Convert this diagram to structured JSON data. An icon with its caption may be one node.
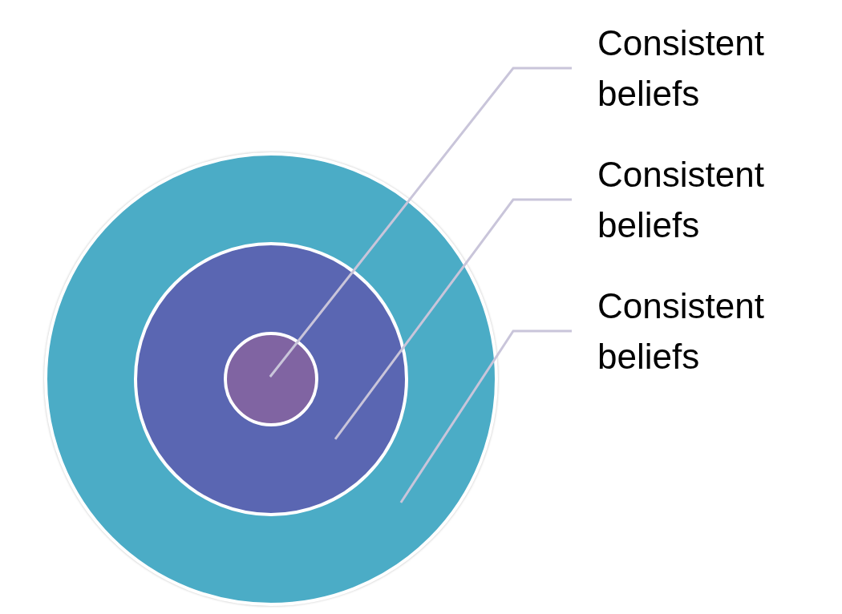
{
  "diagram": {
    "nodes": [
      {
        "text": [],
        "shape": "circle"
      },
      {
        "text": [],
        "shape": "circle",
        "in": 0
      },
      {
        "text": [],
        "shape": "circle",
        "in": 1
      },
      {
        "text": [
          "Consistent beliefs"
        ]
      },
      {
        "text": [
          "Consistent beliefs"
        ]
      },
      {
        "text": [
          "Consistent beliefs"
        ]
      }
    ],
    "edges": [
      {
        "from": 3,
        "to": 2,
        "arrow": "none"
      },
      {
        "from": 4,
        "to": 1,
        "arrow": "none"
      },
      {
        "from": 5,
        "to": 0,
        "arrow": "none"
      }
    ]
  }
}
